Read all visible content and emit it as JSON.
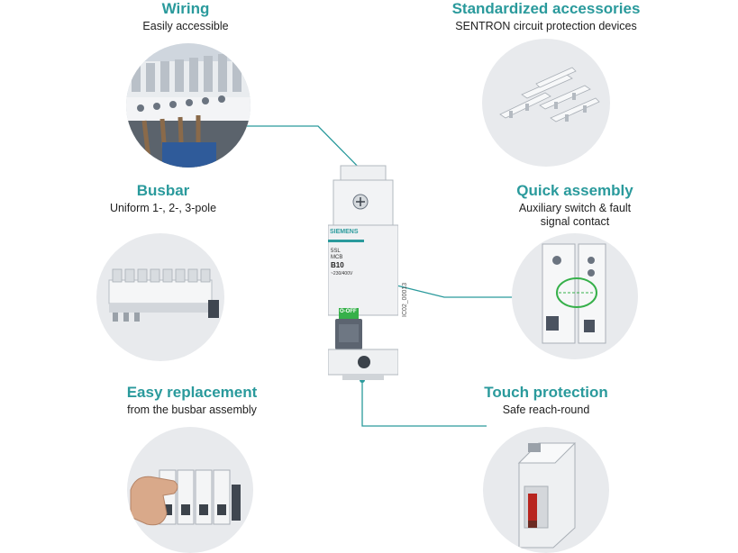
{
  "features": {
    "wiring": {
      "title": "Wiring",
      "subtitle": "Easily accessible"
    },
    "busbar": {
      "title": "Busbar",
      "subtitle": "Uniform 1-, 2-, 3-pole"
    },
    "replacement": {
      "title": "Easy replacement",
      "subtitle": "from the busbar assembly"
    },
    "accessories": {
      "title": "Standardized accessories",
      "subtitle": "SENTRON circuit protection devices"
    },
    "assembly": {
      "title": "Quick assembly",
      "subtitle_line1": "Auxiliary switch & fault",
      "subtitle_line2": "signal contact"
    },
    "touch": {
      "title": "Touch protection",
      "subtitle": "Safe reach-round"
    }
  },
  "device": {
    "brand": "SIEMENS",
    "model_line1": "5SL",
    "model_line2": "MCB",
    "rating": "B10",
    "voltage": "~230/400V",
    "state_label": "O-OFF",
    "side_code": "IC02_00013"
  },
  "colors": {
    "accent": "#2a9a9c",
    "circle_bg": "#e8eaed",
    "connector": "#2a9a9c"
  }
}
